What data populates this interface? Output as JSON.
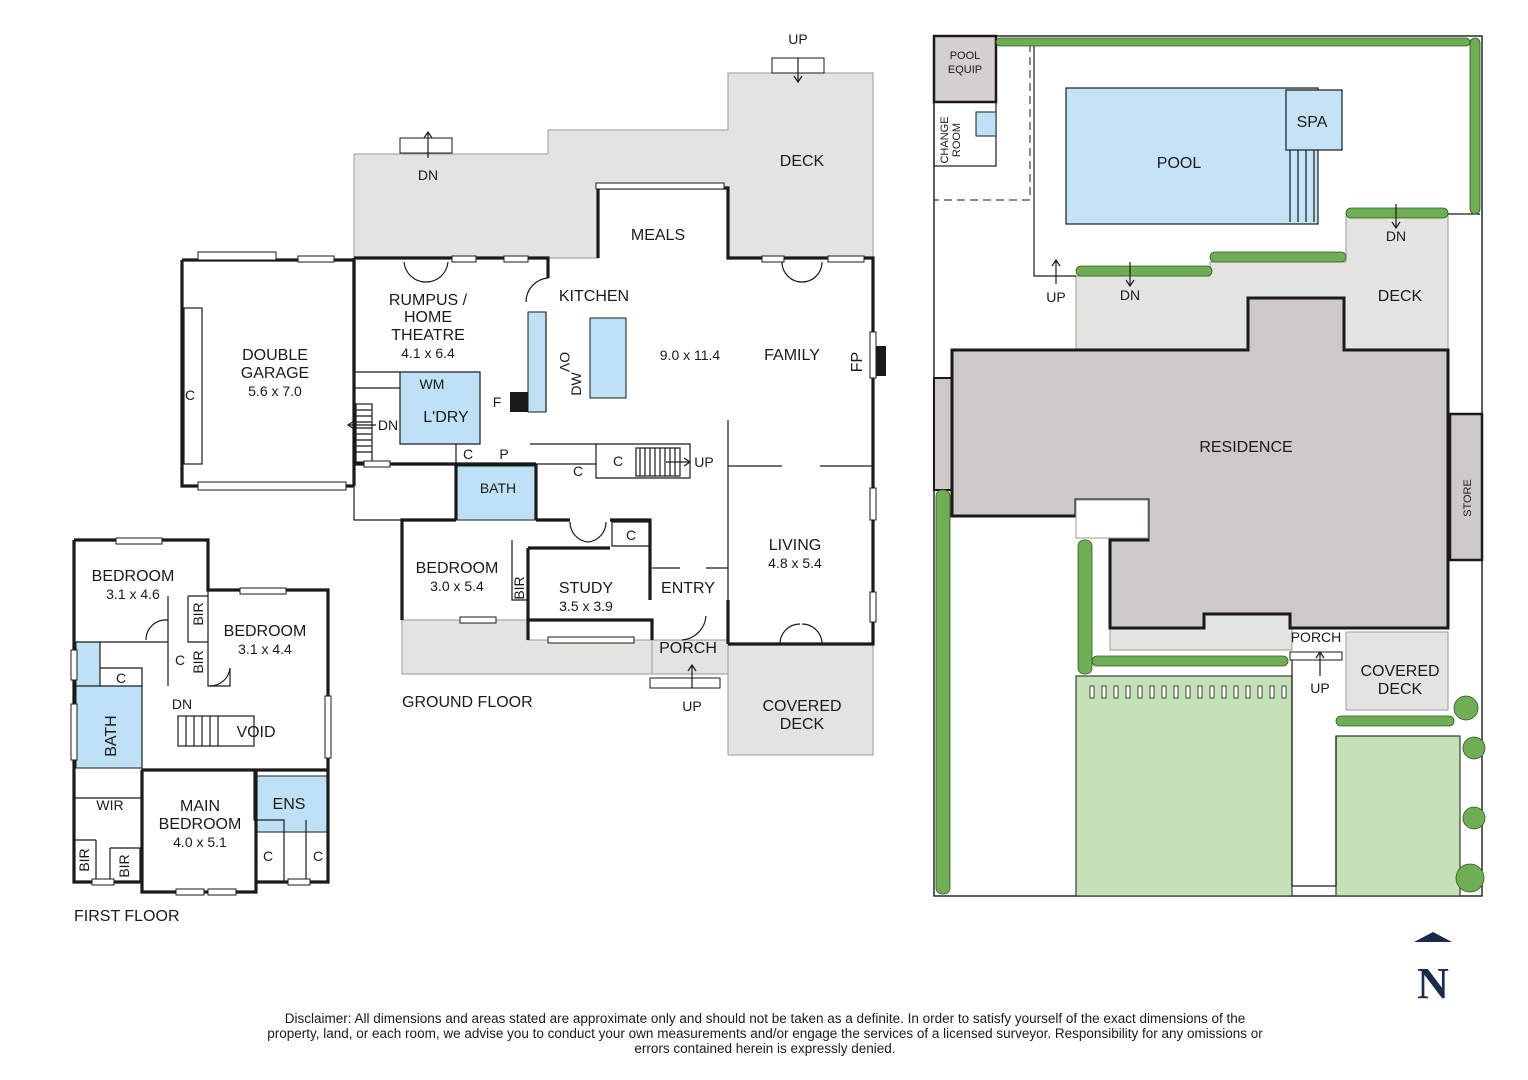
{
  "floors": {
    "ground": "GROUND FLOOR",
    "first": "FIRST FLOOR"
  },
  "ground_floor": {
    "double_garage": {
      "name_line1": "DOUBLE",
      "name_line2": "GARAGE",
      "size": "5.6 x 7.0"
    },
    "rumpus": {
      "name_line1": "RUMPUS /",
      "name_line2": "HOME",
      "name_line3": "THEATRE",
      "size": "4.1 x 6.4"
    },
    "kitchen": "KITCHEN",
    "meals": "MEALS",
    "family": "FAMILY",
    "kitchen_family_size": "9.0 x 11.4",
    "laundry": "L'DRY",
    "wm": "WM",
    "fridge": "F",
    "dishwasher": "DW",
    "oven": "OV",
    "fireplace": "FP",
    "bath": "BATH",
    "bedroom": {
      "name": "BEDROOM",
      "size": "3.0 x 5.4"
    },
    "study": {
      "name": "STUDY",
      "size": "3.5 x 3.9"
    },
    "entry": "ENTRY",
    "living": {
      "name": "LIVING",
      "size": "4.8 x 5.4"
    },
    "porch": "PORCH",
    "covered_deck": {
      "line1": "COVERED",
      "line2": "DECK"
    },
    "deck": "DECK",
    "bir": "BIR",
    "cupboard": "C",
    "pantry": "P",
    "up": "UP",
    "dn": "DN"
  },
  "first_floor": {
    "bedroom_a": {
      "name": "BEDROOM",
      "size": "3.1 x 4.6"
    },
    "bedroom_b": {
      "name": "BEDROOM",
      "size": "3.1 x 4.4"
    },
    "main_bedroom": {
      "name_line1": "MAIN",
      "name_line2": "BEDROOM",
      "size": "4.0 x 5.1"
    },
    "bath": "BATH",
    "ens": "ENS",
    "void": "VOID",
    "wir": "WIR",
    "bir": "BIR",
    "cupboard": "C",
    "dn": "DN"
  },
  "site_plan": {
    "pool_equip": {
      "line1": "POOL",
      "line2": "EQUIP"
    },
    "change_room": {
      "line1": "CHANGE",
      "line2": "ROOM"
    },
    "pool": "POOL",
    "spa": "SPA",
    "deck": "DECK",
    "residence": "RESIDENCE",
    "store": "STORE",
    "porch": "PORCH",
    "covered_deck": {
      "line1": "COVERED",
      "line2": "DECK"
    },
    "up": "UP",
    "dn": "DN"
  },
  "north": "N",
  "colors": {
    "wall": "#1a1a1a",
    "deck": "#e3e3e0",
    "wet_area": "#bfe1f6",
    "pool": "#c4e3f7",
    "lawn": "#c5e1b6",
    "residence": "#cdcac8",
    "hedge": "#6fae55",
    "north_arrow": "#1b2a4a"
  },
  "disclaimer": "Disclaimer: All dimensions and areas stated are approximate only and should not be taken as a definite. In order to satisfy yourself of the exact dimensions of the property, land, or each room, we advise you to conduct your own measurements and/or engage the services of a licensed surveyor. Responsibility for any omissions or errors contained herein is expressly denied."
}
